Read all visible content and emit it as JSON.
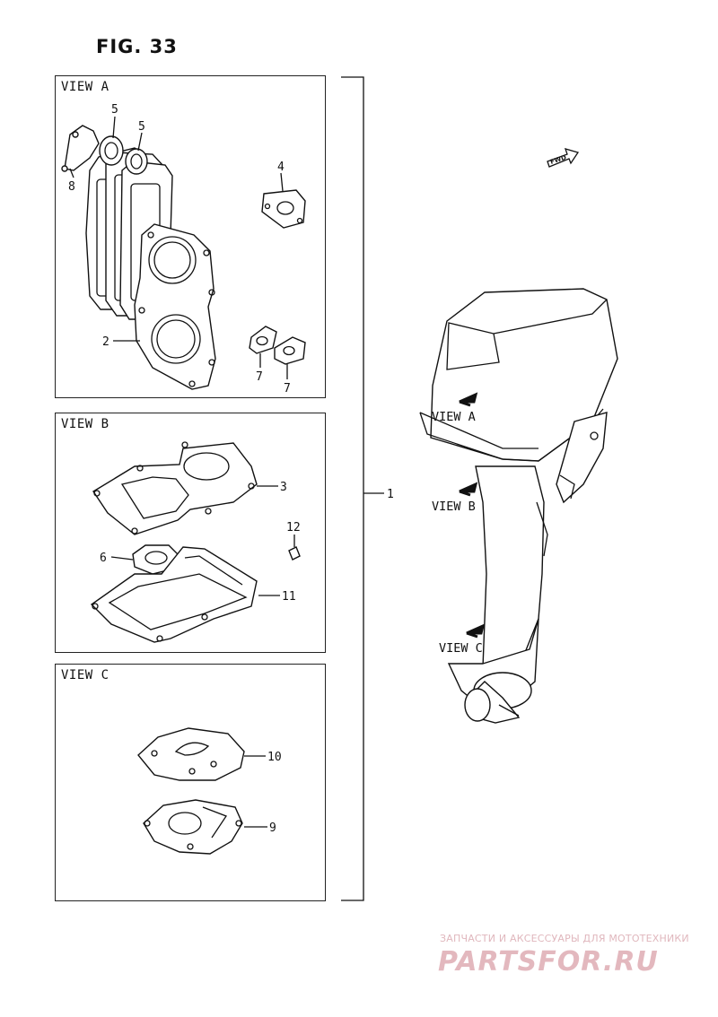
{
  "figure": {
    "title": "FIG. 33"
  },
  "views": {
    "a": {
      "label": "VIEW A"
    },
    "b": {
      "label": "VIEW B"
    },
    "c": {
      "label": "VIEW C"
    }
  },
  "callouts": {
    "a_5a": "5",
    "a_5b": "5",
    "a_8": "8",
    "a_4": "4",
    "a_2": "2",
    "a_7a": "7",
    "a_7b": "7",
    "b_3": "3",
    "b_12": "12",
    "b_6": "6",
    "b_11": "11",
    "c_10": "10",
    "c_9": "9",
    "kit": "1"
  },
  "engine": {
    "fwd_label": "FWD",
    "view_a_label": "VIEW A",
    "view_b_label": "VIEW B",
    "view_c_label": "VIEW C"
  },
  "watermark": {
    "tagline": "ЗАПЧАСТИ И АКСЕССУАРЫ ДЛЯ МОТОТЕХНИКИ",
    "brand": "PARTSFOR.RU",
    "color": "#d9a0a8"
  }
}
